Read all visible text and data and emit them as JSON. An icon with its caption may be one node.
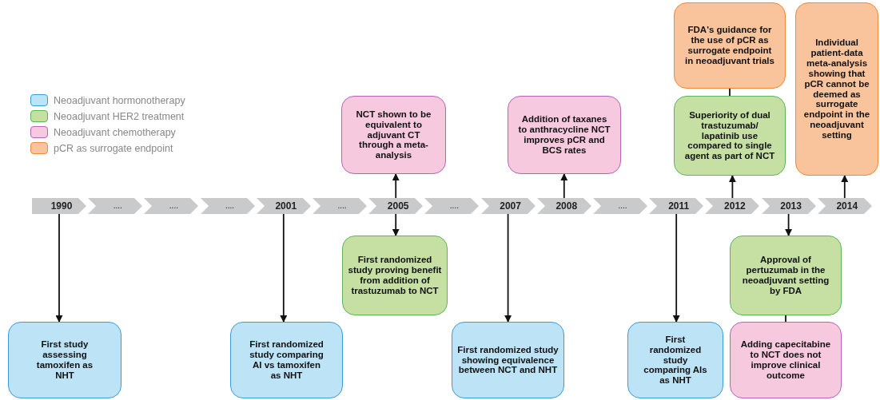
{
  "diagram": {
    "nodes": [
      {
        "text": [
          "NCT shown to be equivalent to adjuvant CT through a meta-analysis"
        ]
      },
      {
        "text": [
          "Addition of taxanes to anthracycline NCT improves pCR and BCS rates"
        ]
      },
      {
        "text": [
          "FDA's guidance for the use of pCR as surrogate endpoint in neoadjuvant trials"
        ]
      },
      {
        "text": [
          "Superiority of dual trastuzumab/ lapatinib use compared to single agent as part of NCT"
        ]
      },
      {
        "text": [
          "Individual patient-data meta-analysis showing that pCR cannot be deemed as surrogate endpoint in the neoadjuvant setting"
        ]
      },
      {
        "text": [
          "1990"
        ]
      },
      {
        "text": [
          "...."
        ]
      },
      {
        "text": [
          "...."
        ]
      },
      {
        "text": [
          "...."
        ]
      },
      {
        "text": [
          "2001"
        ]
      },
      {
        "text": [
          "...."
        ]
      },
      {
        "text": [
          "2005"
        ]
      },
      {
        "text": [
          "...."
        ]
      },
      {
        "text": [
          "2007"
        ]
      },
      {
        "text": [
          "2008"
        ]
      },
      {
        "text": [
          "...."
        ]
      },
      {
        "text": [
          "2011"
        ]
      },
      {
        "text": [
          "2012"
        ]
      },
      {
        "text": [
          "2013"
        ]
      },
      {
        "text": [
          "2014"
        ]
      },
      {
        "text": [
          "First randomized study proving benefit from addition of trastuzumab to NCT"
        ]
      },
      {
        "text": [
          "Approval of pertuzumab in the neoadjuvant setting by FDA"
        ]
      },
      {
        "text": [
          "First study assessing tamoxifen as NHT"
        ]
      },
      {
        "text": [
          "First randomized study comparing AI vs tamoxifen as NHT"
        ]
      },
      {
        "text": [
          "First randomized study showing equivalence between NCT and NHT"
        ]
      },
      {
        "text": [
          "First randomized study comparing AIs as NHT"
        ]
      },
      {
        "text": [
          "Adding capecitabine to NCT does not improve clinical outcome"
        ]
      }
    ],
    "edges": [
      {
        "from": 5,
        "to": 22,
        "arrow": "to"
      },
      {
        "from": 9,
        "to": 23,
        "arrow": "to"
      },
      {
        "from": 11,
        "to": 0,
        "arrow": "to"
      },
      {
        "from": 11,
        "to": 20,
        "arrow": "to"
      },
      {
        "from": 13,
        "to": 24,
        "arrow": "to"
      },
      {
        "from": 14,
        "to": 1,
        "arrow": "to"
      },
      {
        "from": 16,
        "to": 25,
        "arrow": "to"
      },
      {
        "from": 17,
        "to": 3,
        "arrow": "to"
      },
      {
        "from": 3,
        "to": 2,
        "arrow": "none"
      },
      {
        "from": 18,
        "to": 21,
        "arrow": "to"
      },
      {
        "from": 21,
        "to": 26,
        "arrow": "none"
      },
      {
        "from": 19,
        "to": 4,
        "arrow": "to"
      }
    ],
    "legend": [
      {
        "text": "Neoadjuvant hormonotherapy",
        "color": "#bde3f7"
      },
      {
        "text": "Neoadjuvant HER2 treatment",
        "color": "#c6e0a4"
      },
      {
        "text": "Neoadjuvant chemotherapy",
        "color": "#f7c9de"
      },
      {
        "text": "pCR as surrogate endpoint",
        "color": "#f9c39c"
      }
    ]
  }
}
